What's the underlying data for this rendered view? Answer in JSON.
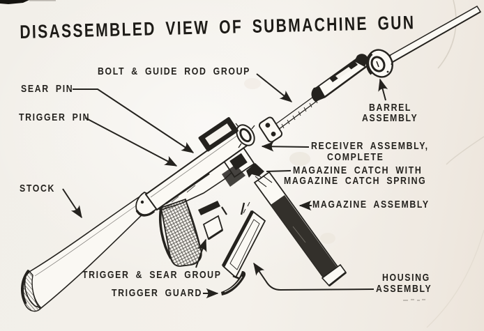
{
  "title": "DISASSEMBLED VIEW OF SUBMACHINE GUN",
  "labels": {
    "bolt_guide_rod": "BOLT & GUIDE ROD GROUP",
    "sear_pin": "SEAR PIN",
    "trigger_pin": "TRIGGER PIN",
    "stock": "STOCK",
    "barrel_line1": "BARREL",
    "barrel_line2": "ASSEMBLY",
    "receiver_line1": "RECEIVER ASSEMBLY,",
    "receiver_line2": "COMPLETE",
    "mag_catch_line1": "MAGAZINE CATCH WITH",
    "mag_catch_line2": "MAGAZINE CATCH SPRING",
    "magazine": "MAGAZINE ASSEMBLY",
    "trigger_sear": "TRIGGER & SEAR GROUP",
    "trigger_guard": "TRIGGER GUARD",
    "housing_line1": "HOUSING",
    "housing_line2": "ASSEMBLY"
  },
  "colors": {
    "paper": "#f3f0ea",
    "ink": "#24221e"
  }
}
